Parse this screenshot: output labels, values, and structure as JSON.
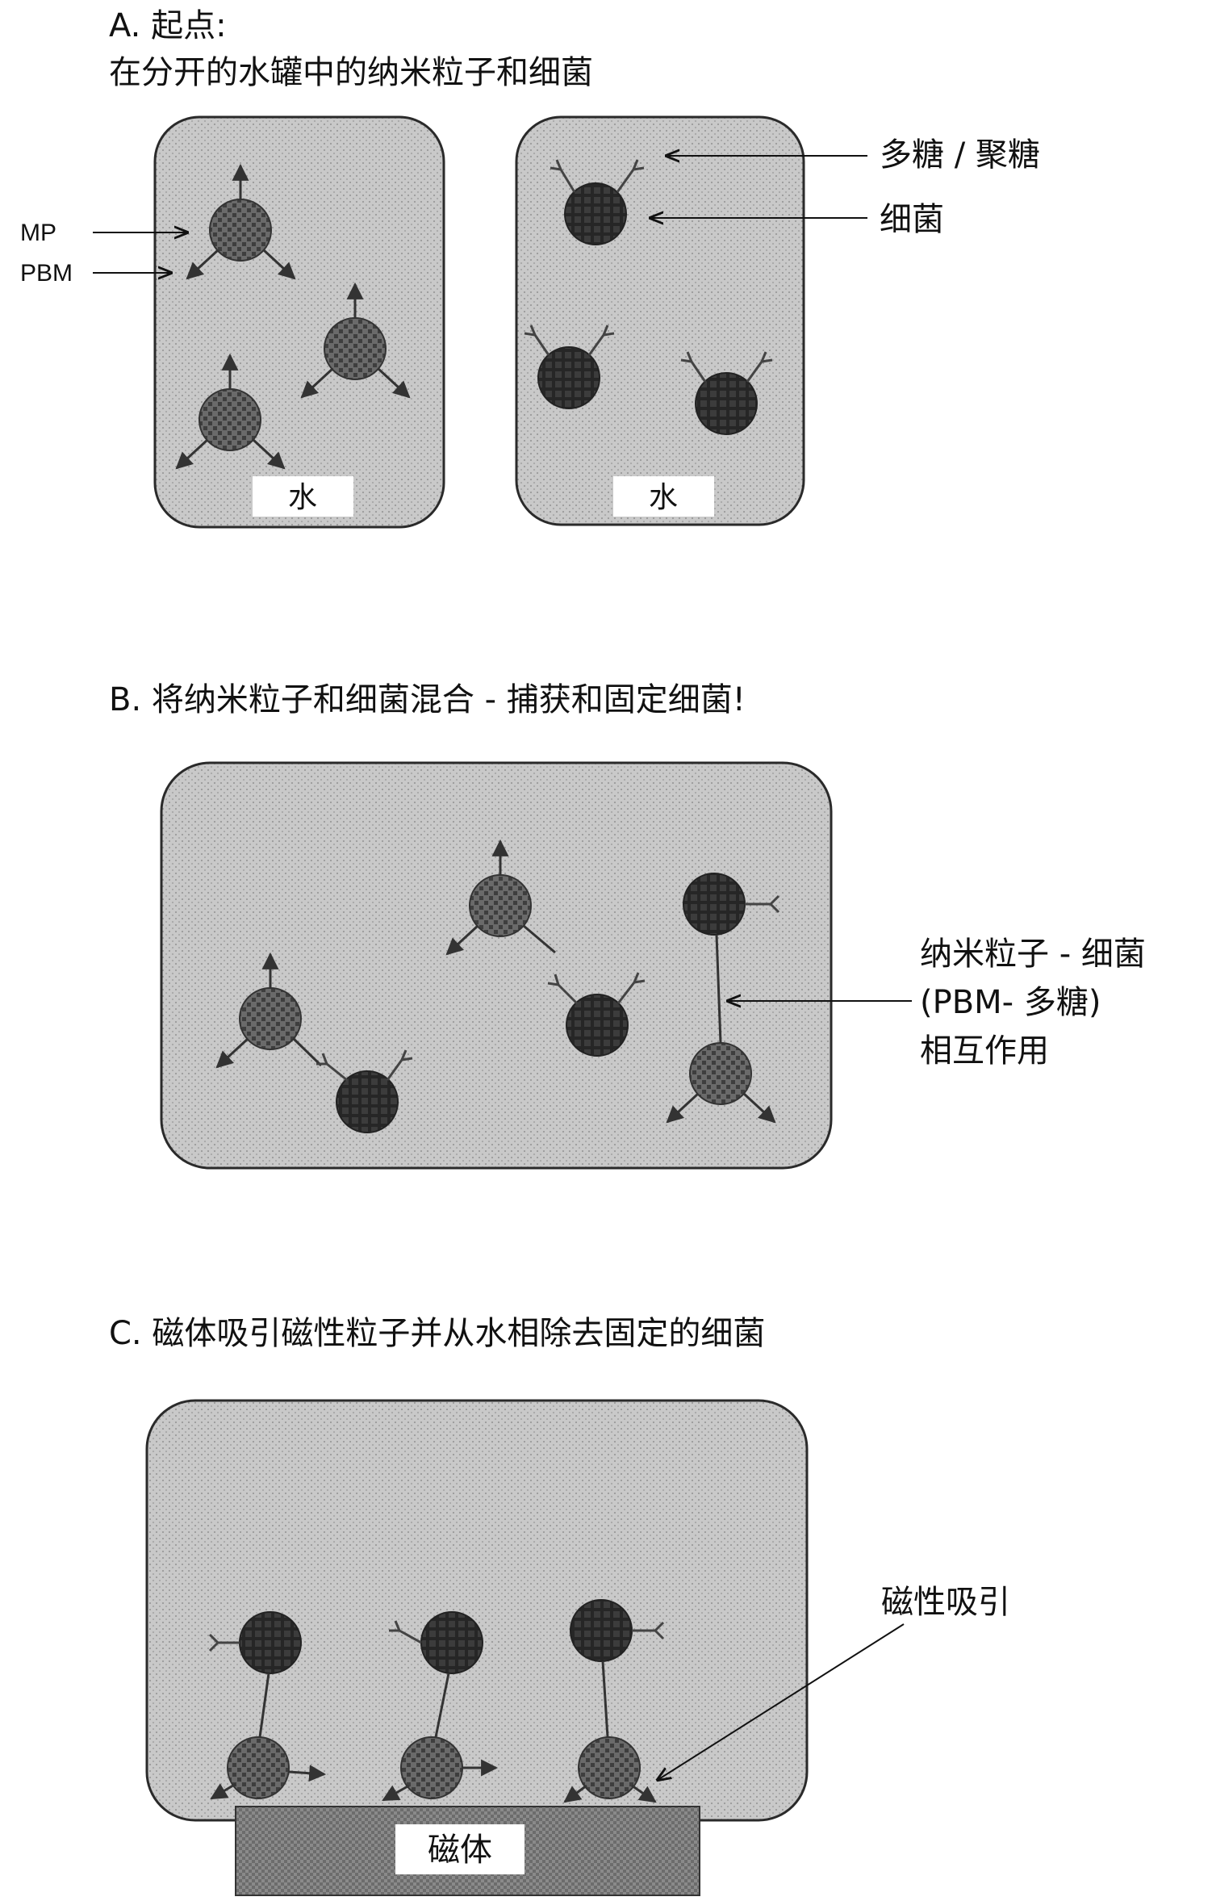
{
  "panel_a": {
    "title": "A. 起点:",
    "subtitle": "在分开的水罐中的纳米粒子和细菌",
    "left_tank_label": "水",
    "right_tank_label": "水",
    "label_mp": "MP",
    "label_pbm": "PBM",
    "label_polysaccharide": "多糖 / 聚糖",
    "label_bacteria": "细菌"
  },
  "panel_b": {
    "title": "B. 将纳米粒子和细菌混合 - 捕获和固定细菌!",
    "interaction_line1": "纳米粒子 - 细菌",
    "interaction_line2": "(PBM- 多糖)",
    "interaction_line3": "相互作用"
  },
  "panel_c": {
    "title": "C. 磁体吸引磁性粒子并从水相除去固定的细菌",
    "label_attraction": "磁性吸引",
    "magnet_label": "磁体"
  },
  "colors": {
    "water": "#c8c8c8",
    "tank_border": "#2a2a2a",
    "particle": "#5a5a5a",
    "bacterium": "#3a3a3a",
    "magnet": "#808080"
  }
}
